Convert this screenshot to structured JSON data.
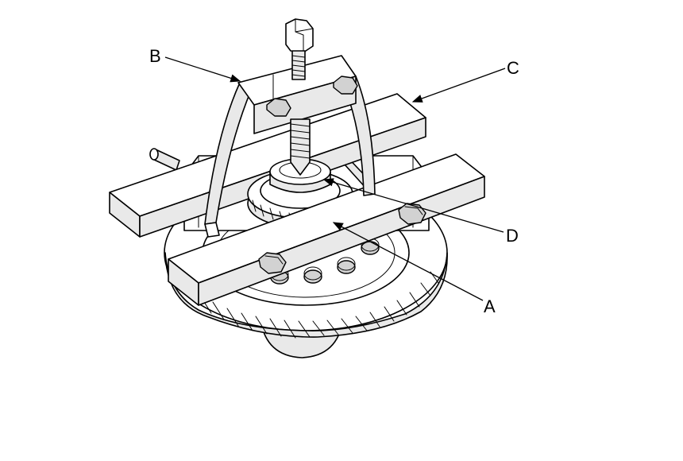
{
  "callouts": [
    {
      "id": "A",
      "label": "A"
    },
    {
      "id": "B",
      "label": "B"
    },
    {
      "id": "C",
      "label": "C"
    },
    {
      "id": "D",
      "label": "D"
    }
  ],
  "colors": {
    "ink": "#000000",
    "background": "#ffffff",
    "shade": "#e9e9e9"
  }
}
